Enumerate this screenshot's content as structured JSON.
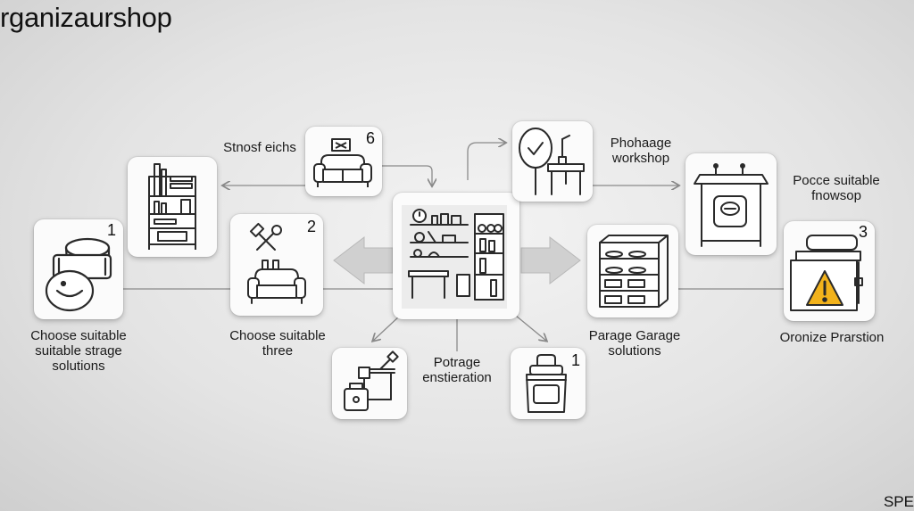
{
  "title": "rganizaurshop",
  "corner_text": "SPE",
  "nodes": {
    "n1": {
      "number": "1",
      "label": [
        "Choose suitable",
        "suitable strage",
        "solutions"
      ]
    },
    "n2": {
      "number": "2",
      "label": [
        "Choose suitable",
        "three"
      ]
    },
    "n6": {
      "number": "6",
      "label": [
        "Stnosf eichs"
      ]
    },
    "bookshelf": {
      "label": []
    },
    "center": {
      "label": []
    },
    "workshop": {
      "label": [
        "Phohaage",
        "workshop"
      ]
    },
    "shelving": {
      "label": [
        "Parage Garage",
        "solutions"
      ]
    },
    "machine": {
      "label": [
        "Pocce suitable",
        "fnowsop"
      ]
    },
    "n3": {
      "number": "3",
      "label": [
        "Oronize Prarstion"
      ]
    },
    "pipes": {
      "label": [
        "Potrage",
        "enstieration"
      ]
    },
    "bag": {
      "number": "1",
      "label": []
    }
  },
  "icons": {
    "n1": "storage-bins-icon",
    "n2": "tools-sofa-icon",
    "n6": "sofa-tv-icon",
    "bookshelf": "bookshelf-icon",
    "center": "organized-workshop-icon",
    "workshop": "mirror-desk-icon",
    "shelving": "garage-shelving-icon",
    "machine": "appliance-icon",
    "n3": "warning-cabinet-icon",
    "pipes": "pipe-valve-icon",
    "bag": "storage-bag-icon"
  },
  "colors": {
    "warning": "#f2b21b"
  }
}
